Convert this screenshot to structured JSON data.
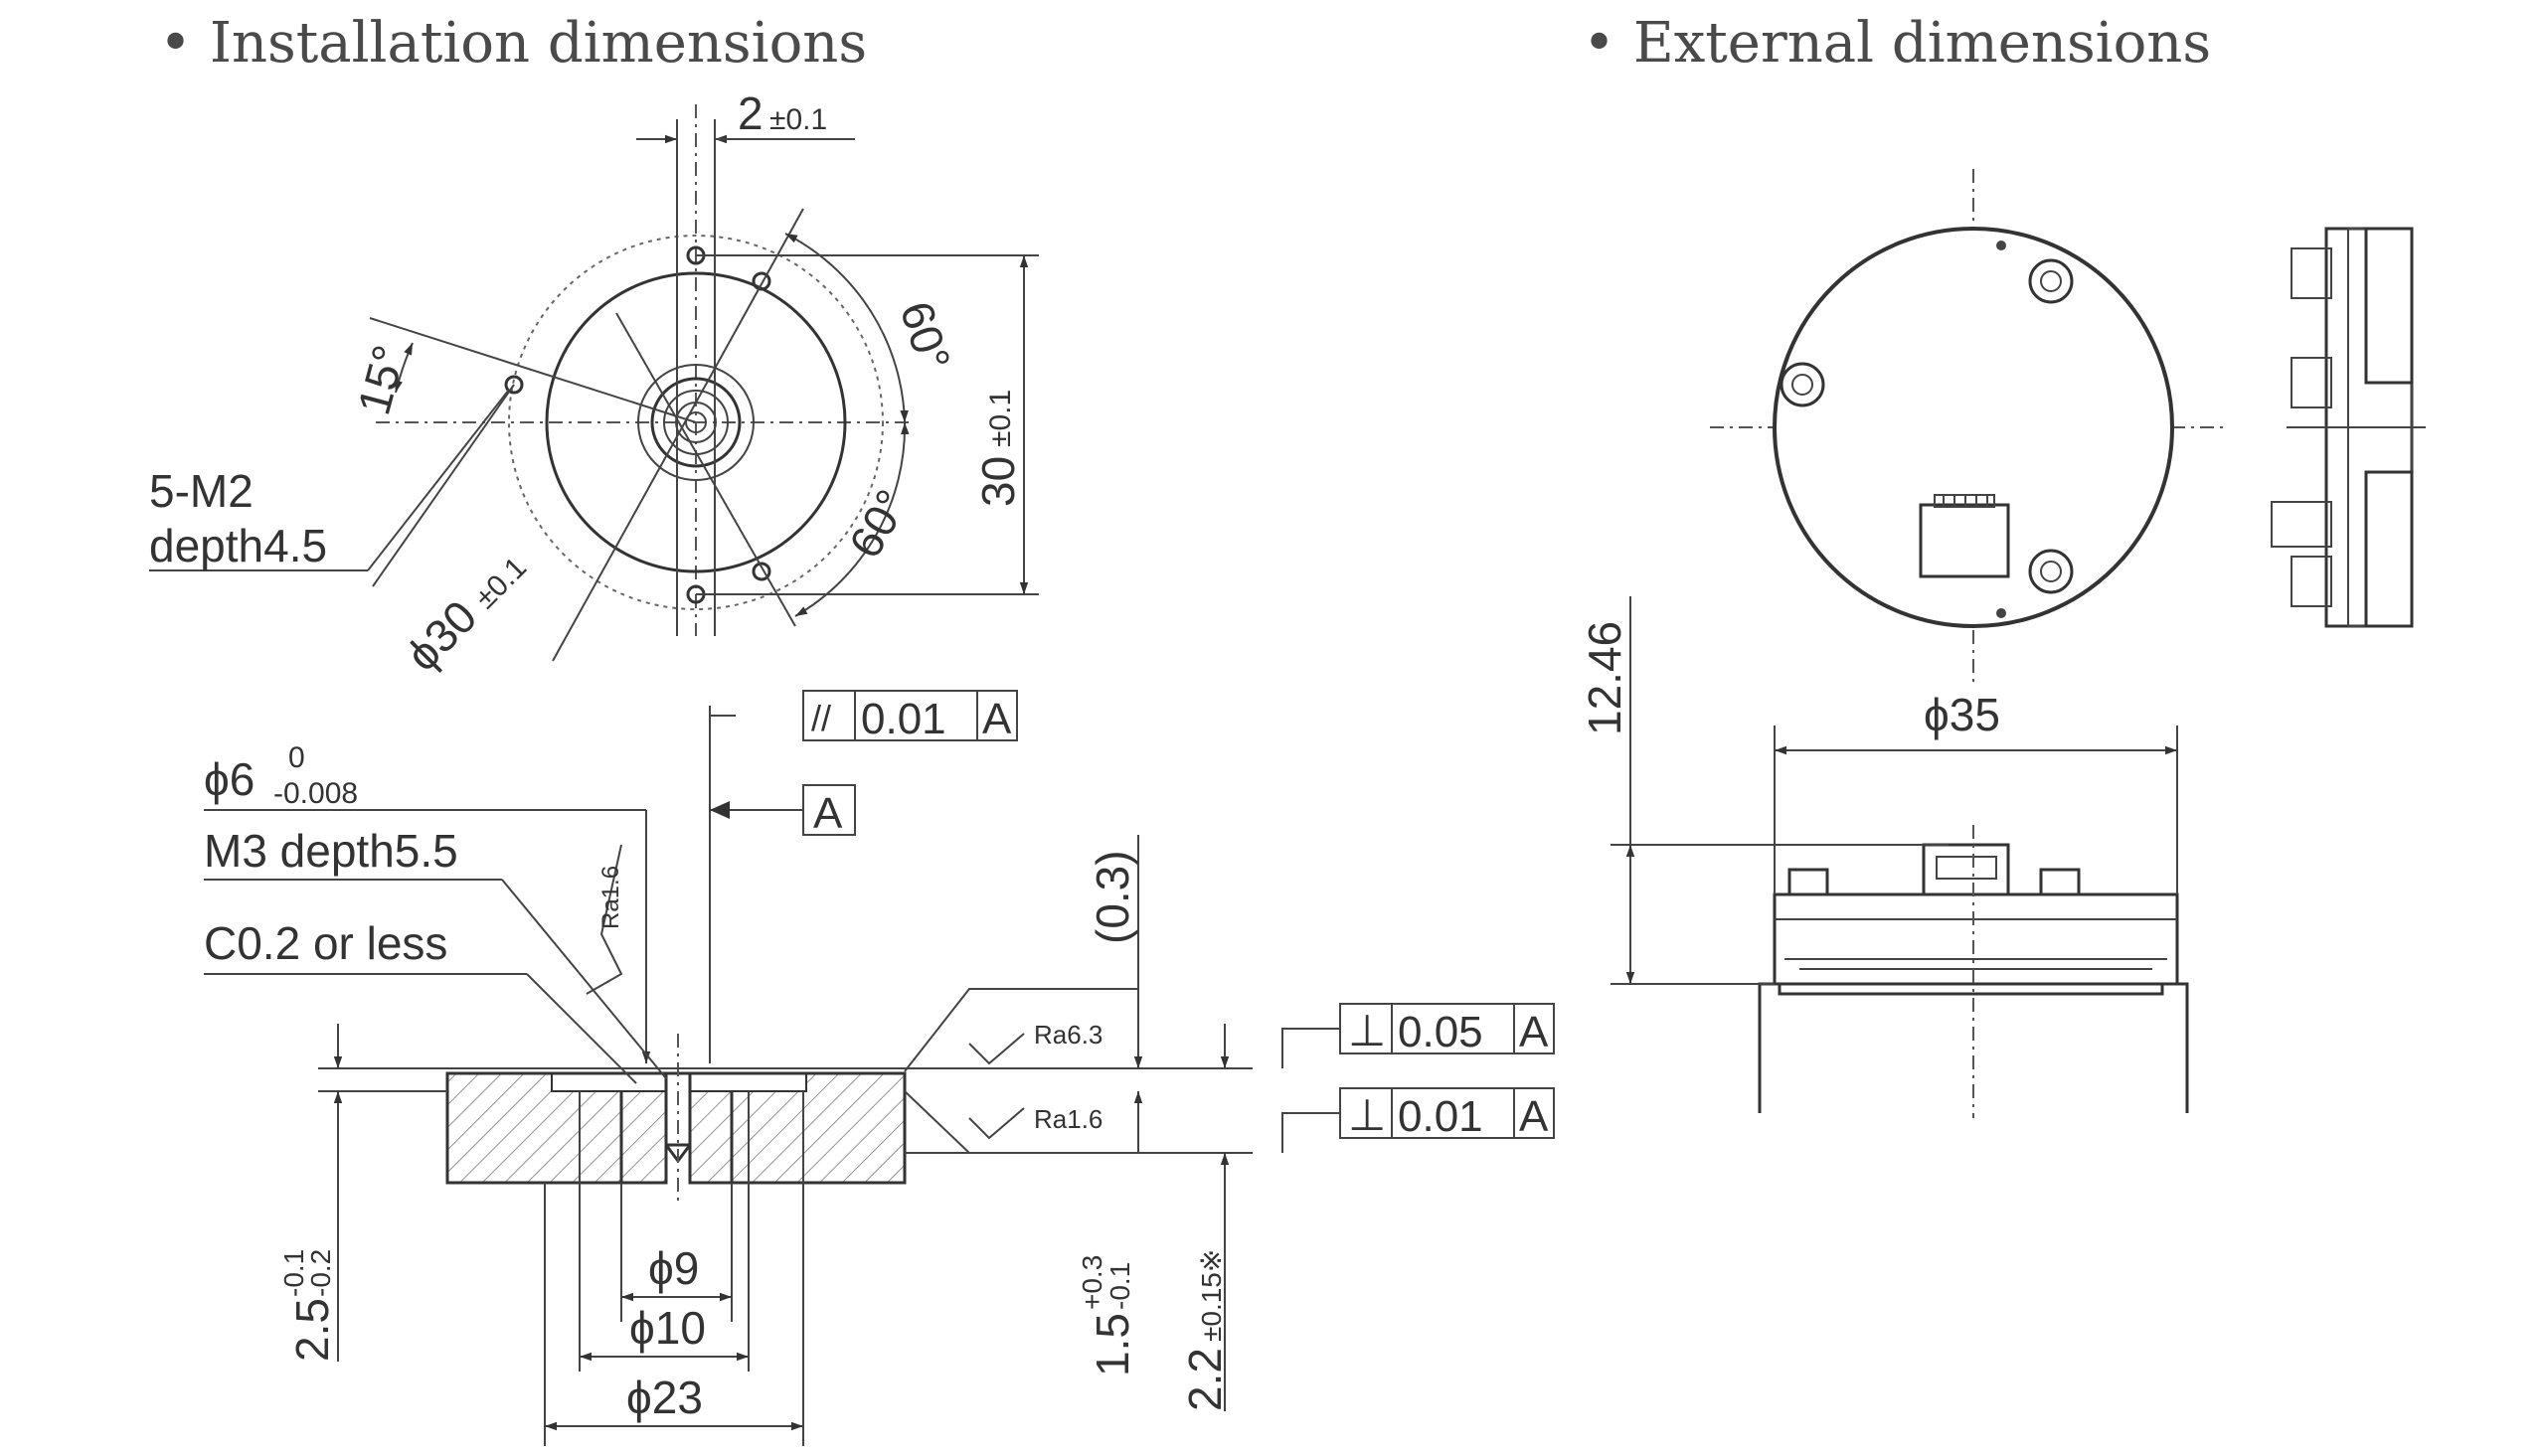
{
  "headings": {
    "installation": "• Installation dimensions",
    "external": "• External dimensions"
  },
  "installation_top": {
    "slot_width": "2",
    "slot_tol": "±0.1",
    "angle_15": "15°",
    "angle_60_upper": "60°",
    "angle_60_lower": "60°",
    "height": "30",
    "height_tol": "±0.1",
    "diameter": "ϕ30",
    "diameter_tol": "±0.1",
    "hole_spec_line1": "5-M2",
    "hole_spec_line2": "depth4.5"
  },
  "installation_section": {
    "parallelism_symbol": "//",
    "parallelism_value": "0.01",
    "parallelism_datum": "A",
    "datum_label": "A",
    "shaft_diameter": "ϕ6",
    "shaft_tol_upper": "0",
    "shaft_tol_lower": "-0.008",
    "thread_spec": "M3 depth5.5",
    "chamfer_spec": "C0.2 or less",
    "roughness_shaft": "Ra1.6",
    "roughness_face_upper": "Ra6.3",
    "roughness_face_lower": "Ra1.6",
    "gap_ref": "(0.3)",
    "perp1_symbol": "⊥",
    "perp1_value": "0.05",
    "perp1_datum": "A",
    "perp2_symbol": "⊥",
    "perp2_value": "0.01",
    "perp2_datum": "A",
    "dia9": "ϕ9",
    "dia10": "ϕ10",
    "dia23": "ϕ23",
    "depth_left": "2.5",
    "depth_left_tol_upper": "-0.1",
    "depth_left_tol_lower": "-0.2",
    "depth_mid": "1.5",
    "depth_mid_tol_upper": "+0.3",
    "depth_mid_tol_lower": "-0.1",
    "depth_right": "2.2",
    "depth_right_tol": "±0.15※"
  },
  "external": {
    "height": "12.46",
    "diameter": "ϕ35"
  }
}
